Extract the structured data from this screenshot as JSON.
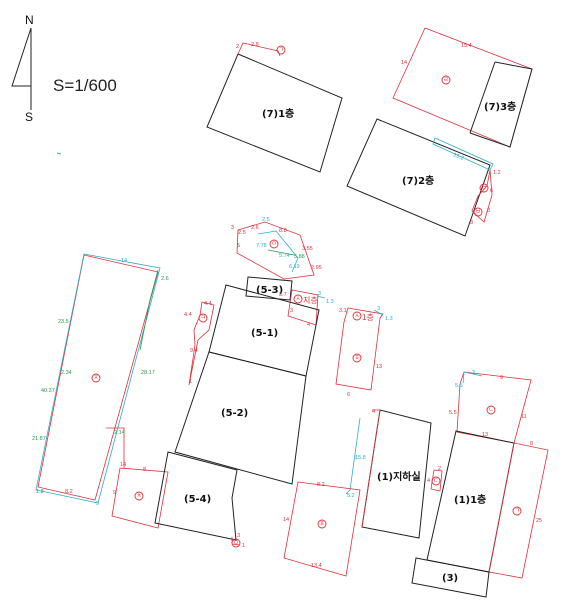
{
  "legend": {
    "north": "N",
    "south": "S",
    "scale": "S=1/600"
  },
  "buildings": {
    "b7_1": "(7)1층",
    "b7_2": "(7)2층",
    "b7_3": "(7)3층",
    "b5_1": "(5-1)",
    "b5_2": "(5-2)",
    "b5_3": "(5-3)",
    "b5_4": "(5-4)",
    "b1_basement": "(1)지하실",
    "b1_1": "(1)1층",
    "b3": "(3)"
  },
  "markers": {
    "m_ga_top": "ㄱ",
    "m_a": "ㅁ",
    "m_b": "ㅂ",
    "m_c": "ㅂ",
    "m_o": "ㅇ",
    "m_ja": "ㅈ",
    "m_cha": "ㅊ",
    "m_ka": "ㅋ",
    "m_si1": "ㅅ",
    "m_si1_suffix": "1층",
    "m_si2": "ㅅ",
    "m_si2_suffix": "지층",
    "m_h": "ㅎ",
    "m_p": "ㅍ",
    "m_t": "ㅌ",
    "m_n": "ㄴ",
    "m_d": "ㄷ",
    "m_ga_right": "ㄱ",
    "m_r": "ㄹ",
    "m_m2": "ㅁ"
  },
  "dimensions": {
    "d_top_2": "2",
    "d_top_28": "2.8",
    "d_7_154": "15.4",
    "d_7_14": "14",
    "d_cyan_top": "15.2",
    "d_12": "1.2",
    "d_6": "6",
    "d_3a": "3",
    "d_3b": "3",
    "d_o_3": "3",
    "d_o_25": "2.5",
    "d_o_26": "2.6",
    "d_o_88": "8.8",
    "d_o_5": "5",
    "d_o_778": "7.78",
    "d_o_25c": "2.5",
    "d_o_355": "3.55",
    "d_o_574": "5.74",
    "d_o_588": "5.88",
    "d_o_619": "6.19",
    "d_o_295": "2.95",
    "d_j_14": "14",
    "d_j_26": "2.6",
    "d_j_235": "23.5",
    "d_j_234": "2.34",
    "d_j_4037": "40.37",
    "d_j_2817": "28.17",
    "d_j_214": "2.14",
    "d_j_2187": "21.87",
    "d_j_18": "1.8",
    "d_j_82": "8.2",
    "d_j_5": "5",
    "d_ch_14": "14",
    "d_ch_8": "8",
    "d_ch_9": "9",
    "d_k_44": "4.4",
    "d_k_44b": "4.4",
    "d_k_94": "9.4",
    "d_k_1": "1",
    "d_s_37": "3.7",
    "d_s_3": "3",
    "d_s_13": "1.3",
    "d_s_4": "4",
    "d_s_3b": "3",
    "d_s1_31": "3.1",
    "d_s1_3": "3",
    "d_s1_13": "1.3",
    "d_s1_13b": "13",
    "d_s1_6": "6",
    "d_p_4": "4",
    "d_p_158": "15.8",
    "d_p_82": "8.2",
    "d_p_52": "5.2",
    "d_p_14": "14",
    "d_p_134": "13.4",
    "d_n_3": "3",
    "d_n_9": "9",
    "d_n_55": "5.5",
    "d_n_55b": "5.5",
    "d_n_11": "11",
    "d_n_13": "13",
    "d_n_8": "8",
    "d_n_25": "25",
    "d_d_2": "2",
    "d_d_4": "4",
    "d_m2_3": "3",
    "d_m2_1": "1"
  }
}
